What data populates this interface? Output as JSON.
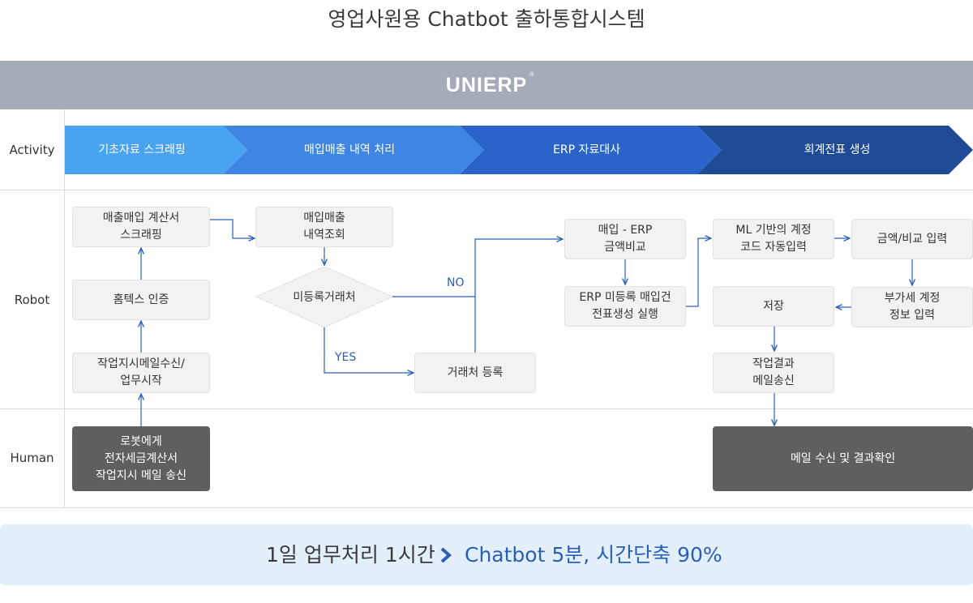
{
  "title": "영업사원용 Chatbot 출하통합시스템",
  "brand": {
    "name": "UNIERP",
    "mark": "®"
  },
  "lanes": {
    "activity": "Activity",
    "robot": "Robot",
    "human": "Human"
  },
  "phases": [
    "기초자료 스크래핑",
    "매입매출 내역 처리",
    "ERP 자료대사",
    "회계전표 생성"
  ],
  "colors": {
    "phase1": "#4aa3f0",
    "phase2": "#3f86e4",
    "phase3": "#2b64c9",
    "phase4": "#1e4a96",
    "header": "#a5acb8",
    "dark_box": "#5f5f5f",
    "arrow": "#2a5fb9",
    "summary_bg": "#e3effb"
  },
  "nodes": {
    "scrape": [
      "매출매입 계산서",
      "스크래핑"
    ],
    "hometax": [
      "홈텍스 인증"
    ],
    "mail_start": [
      "작업지시메일수신/",
      "업무시작"
    ],
    "human_send": [
      "로봇에게",
      "전자세금계산서",
      "작업지시 메일 송신"
    ],
    "inquiry": [
      "매입매출",
      "내역조회"
    ],
    "decision": "미등록거래처",
    "register": [
      "거래처 등록"
    ],
    "erp_compare": [
      "매입 - ERP",
      "금액비교"
    ],
    "erp_voucher": [
      "ERP 미등록 매입건",
      "전표생성 실행"
    ],
    "ml_account": [
      "ML 기반의 계정",
      "코드 자동입력"
    ],
    "amount_input": [
      "금액/비교 입력"
    ],
    "vat_input": [
      "부가세 계정",
      "정보 입력"
    ],
    "save": [
      "저장"
    ],
    "result_mail": [
      "작업결과",
      "메일송신"
    ],
    "human_receive": [
      "메일 수신 및 결과확인"
    ]
  },
  "flow_labels": {
    "no": "NO",
    "yes": "YES"
  },
  "summary": {
    "before": "1일 업무처리 1시간",
    "after": "Chatbot 5분, 시간단축 90%"
  }
}
